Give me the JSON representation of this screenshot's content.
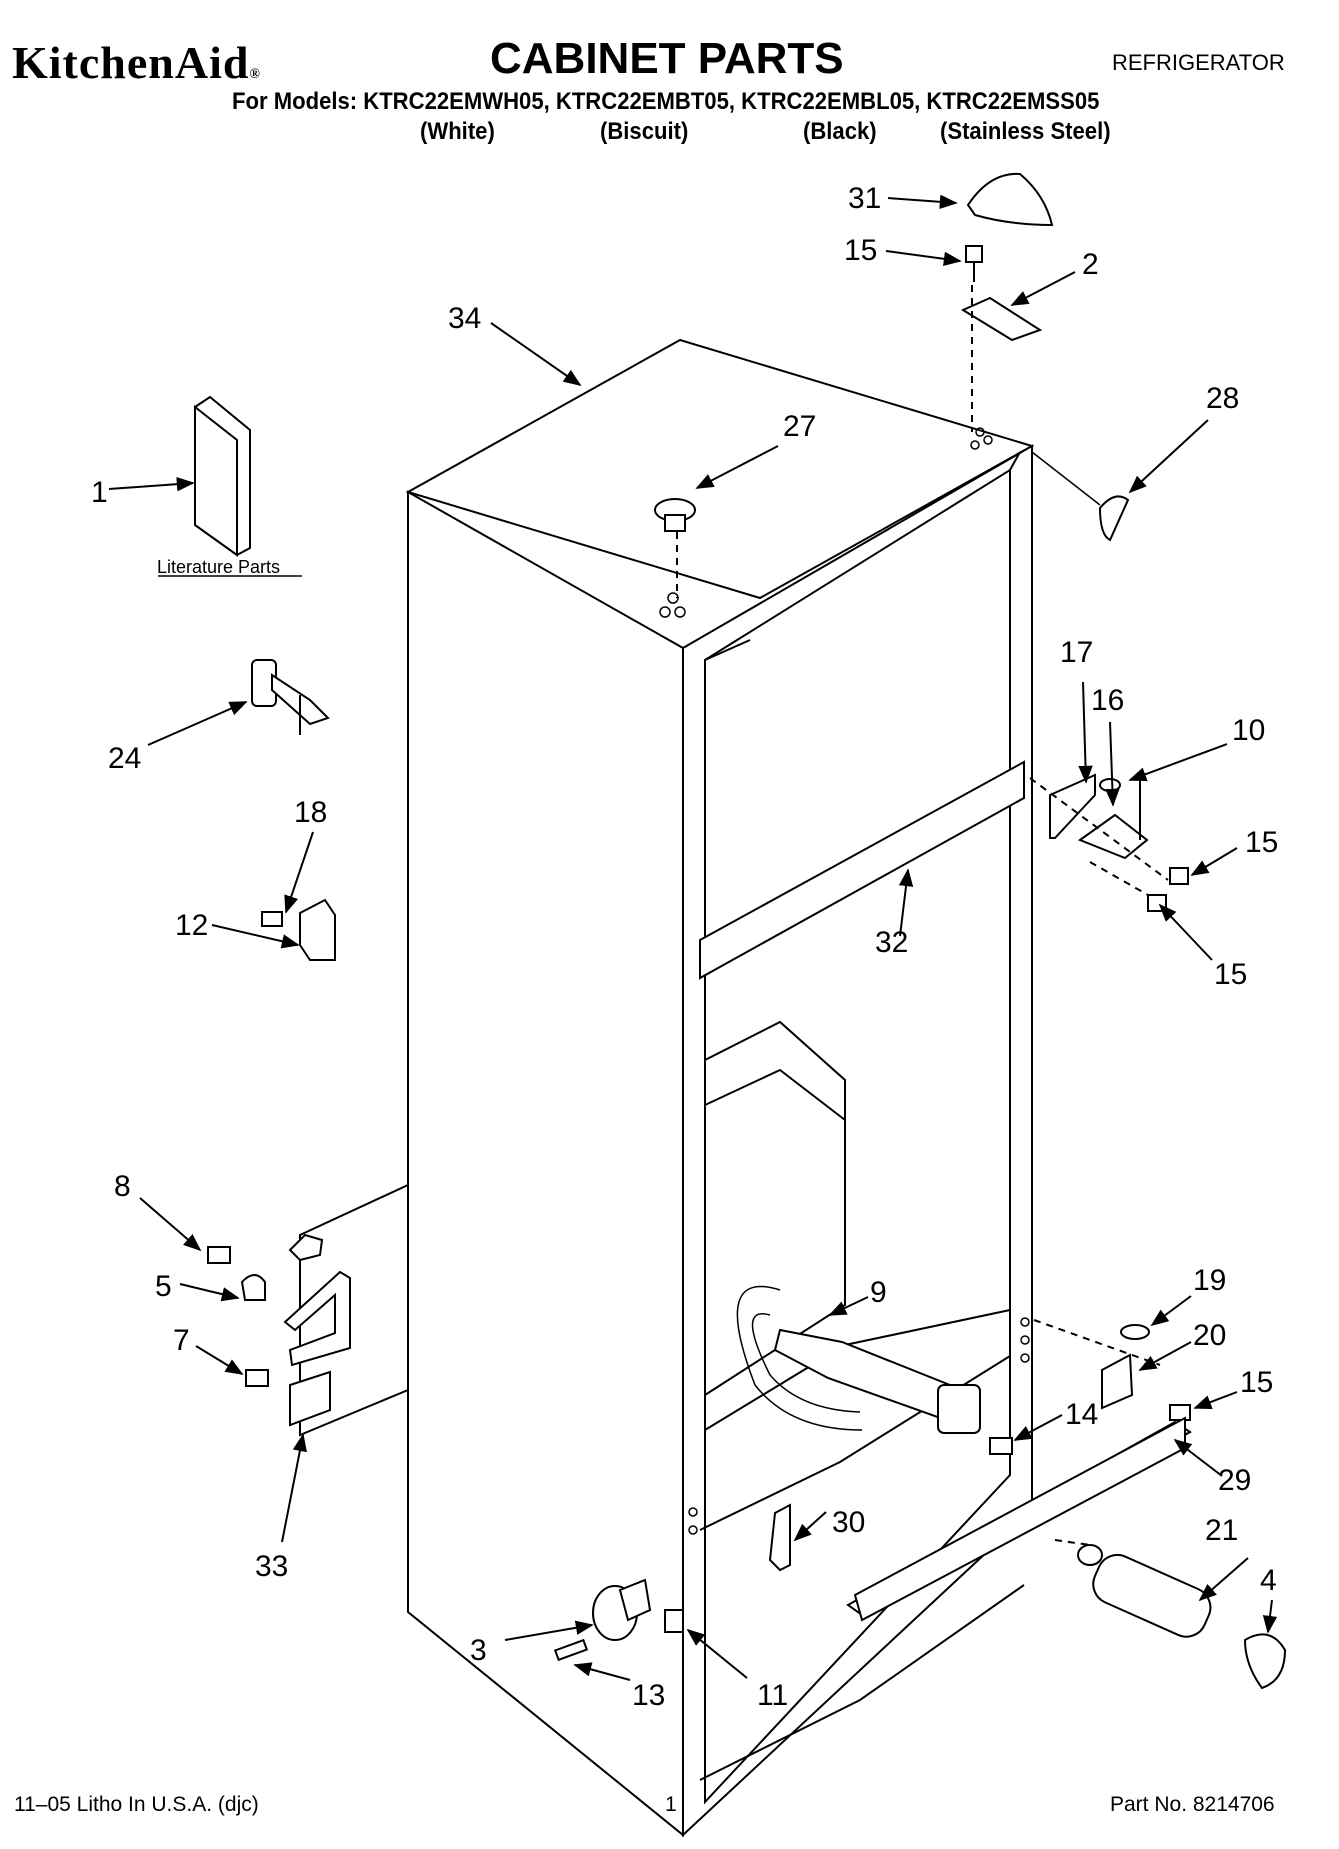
{
  "header": {
    "brand": "KitchenAid",
    "brand_mark": "®",
    "title": "CABINET PARTS",
    "category": "REFRIGERATOR",
    "models_line": "For Models: KTRC22EMWH05, KTRC22EMBT05, KTRC22EMBL05, KTRC22EMSS05",
    "variants": [
      "(White)",
      "(Biscuit)",
      "(Black)",
      "(Stainless Steel)"
    ]
  },
  "diagram": {
    "literature_label": "Literature Parts",
    "callouts": [
      "31",
      "15",
      "2",
      "34",
      "27",
      "28",
      "1",
      "24",
      "17",
      "16",
      "10",
      "15",
      "18",
      "12",
      "32",
      "15",
      "8",
      "5",
      "7",
      "9",
      "19",
      "20",
      "15",
      "14",
      "29",
      "30",
      "21",
      "4",
      "33",
      "3",
      "13",
      "11"
    ]
  },
  "footer": {
    "left": "11–05 Litho In U.S.A. (djc)",
    "page": "1",
    "part_no": "Part No. 8214706"
  }
}
